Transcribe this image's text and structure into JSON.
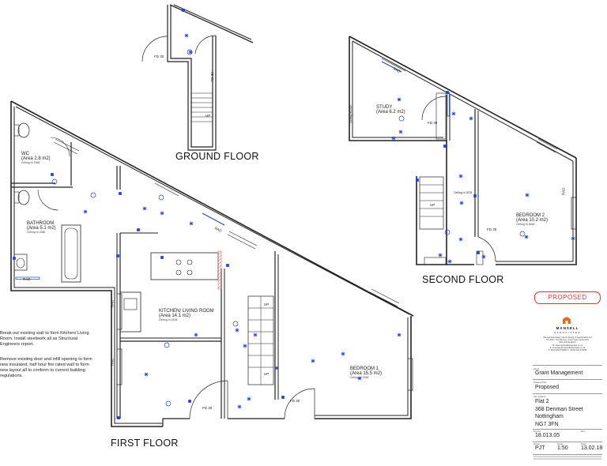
{
  "floors": {
    "ground": "GROUND FLOOR",
    "first": "FIRST FLOOR",
    "second": "SECOND FLOOR"
  },
  "rooms": {
    "wc": {
      "name": "WC",
      "area": "(Area 2.8 m2)",
      "ceiling": "Ceiling ht 2365"
    },
    "bathroom": {
      "name": "BATHROOM",
      "area": "(Area 5.1 m2)",
      "ceiling": "Ceiling ht 2365"
    },
    "kitchen": {
      "name": "KITCHEN/ LIVING ROOM",
      "area": "(Area 14.1 m2)",
      "ceiling": "Ceiling ht 2408"
    },
    "bedroom1": {
      "name": "BEDROOM 1",
      "area": "(Area 15.5 m2)",
      "ceiling": "Ceiling ht 2384"
    },
    "study": {
      "name": "STUDY",
      "area": "(Area 6.2 m2)"
    },
    "bedroom2": {
      "name": "BEDROOM 2",
      "area": "(Area 10.2 m2)",
      "ceiling": "Ceiling ht 2663"
    },
    "landing_ceiling": "Ceiling ht 2678"
  },
  "labels": {
    "fd30": "FD 30",
    "rad": "RAD",
    "up": "UP",
    "ceiling_ht": "Ceiling ht 2407"
  },
  "notes": {
    "wall": "Break out existing wall to form Kitchen/ Living Room. Install steelwork all as Structural Engineers report.",
    "door": "Remove existing door and infill opening to form new insulated, half hour fire rated wall to form new layout all to conform to current building regulations."
  },
  "title_block": {
    "status": "PROPOSED",
    "company": "MANSELL",
    "company_sub": "ASSOCIATES",
    "address_lines": [
      "Mansell Associates Interior Design & Handcrafted Ltd",
      "The Barn, The Birches, Outer Gate, Derbyshire",
      "DE4 2NN  England",
      "W: www.mansellassociates.co.uk",
      "E: enquiries@mansellassociates.co.uk",
      "T: 44(0)1332 511960  F: 44(0)1332 511964"
    ],
    "client_label": "Client:",
    "client": "Grant Management",
    "drawing_label": "Drawing Title:",
    "drawing": "Proposed",
    "site_label": "Site Address:",
    "site_lines": [
      "Flat 2",
      "368 Denman Street",
      "Nottingham",
      "NG7 3FN"
    ],
    "jobno_label": "Drg No:",
    "jobno": "18.013.05",
    "drawn_label": "Drawn:",
    "drawn": "PJT",
    "scale_label": "Scale:",
    "scale": "1:50",
    "date_label": "Date:",
    "date": "13.02.18",
    "rev_label": "Rev:"
  },
  "colors": {
    "wall": "#222222",
    "electrical": "#1f3fd6",
    "stamp": "#dd3333",
    "logo": "#e36a1e",
    "new_wall": "#e06060"
  }
}
